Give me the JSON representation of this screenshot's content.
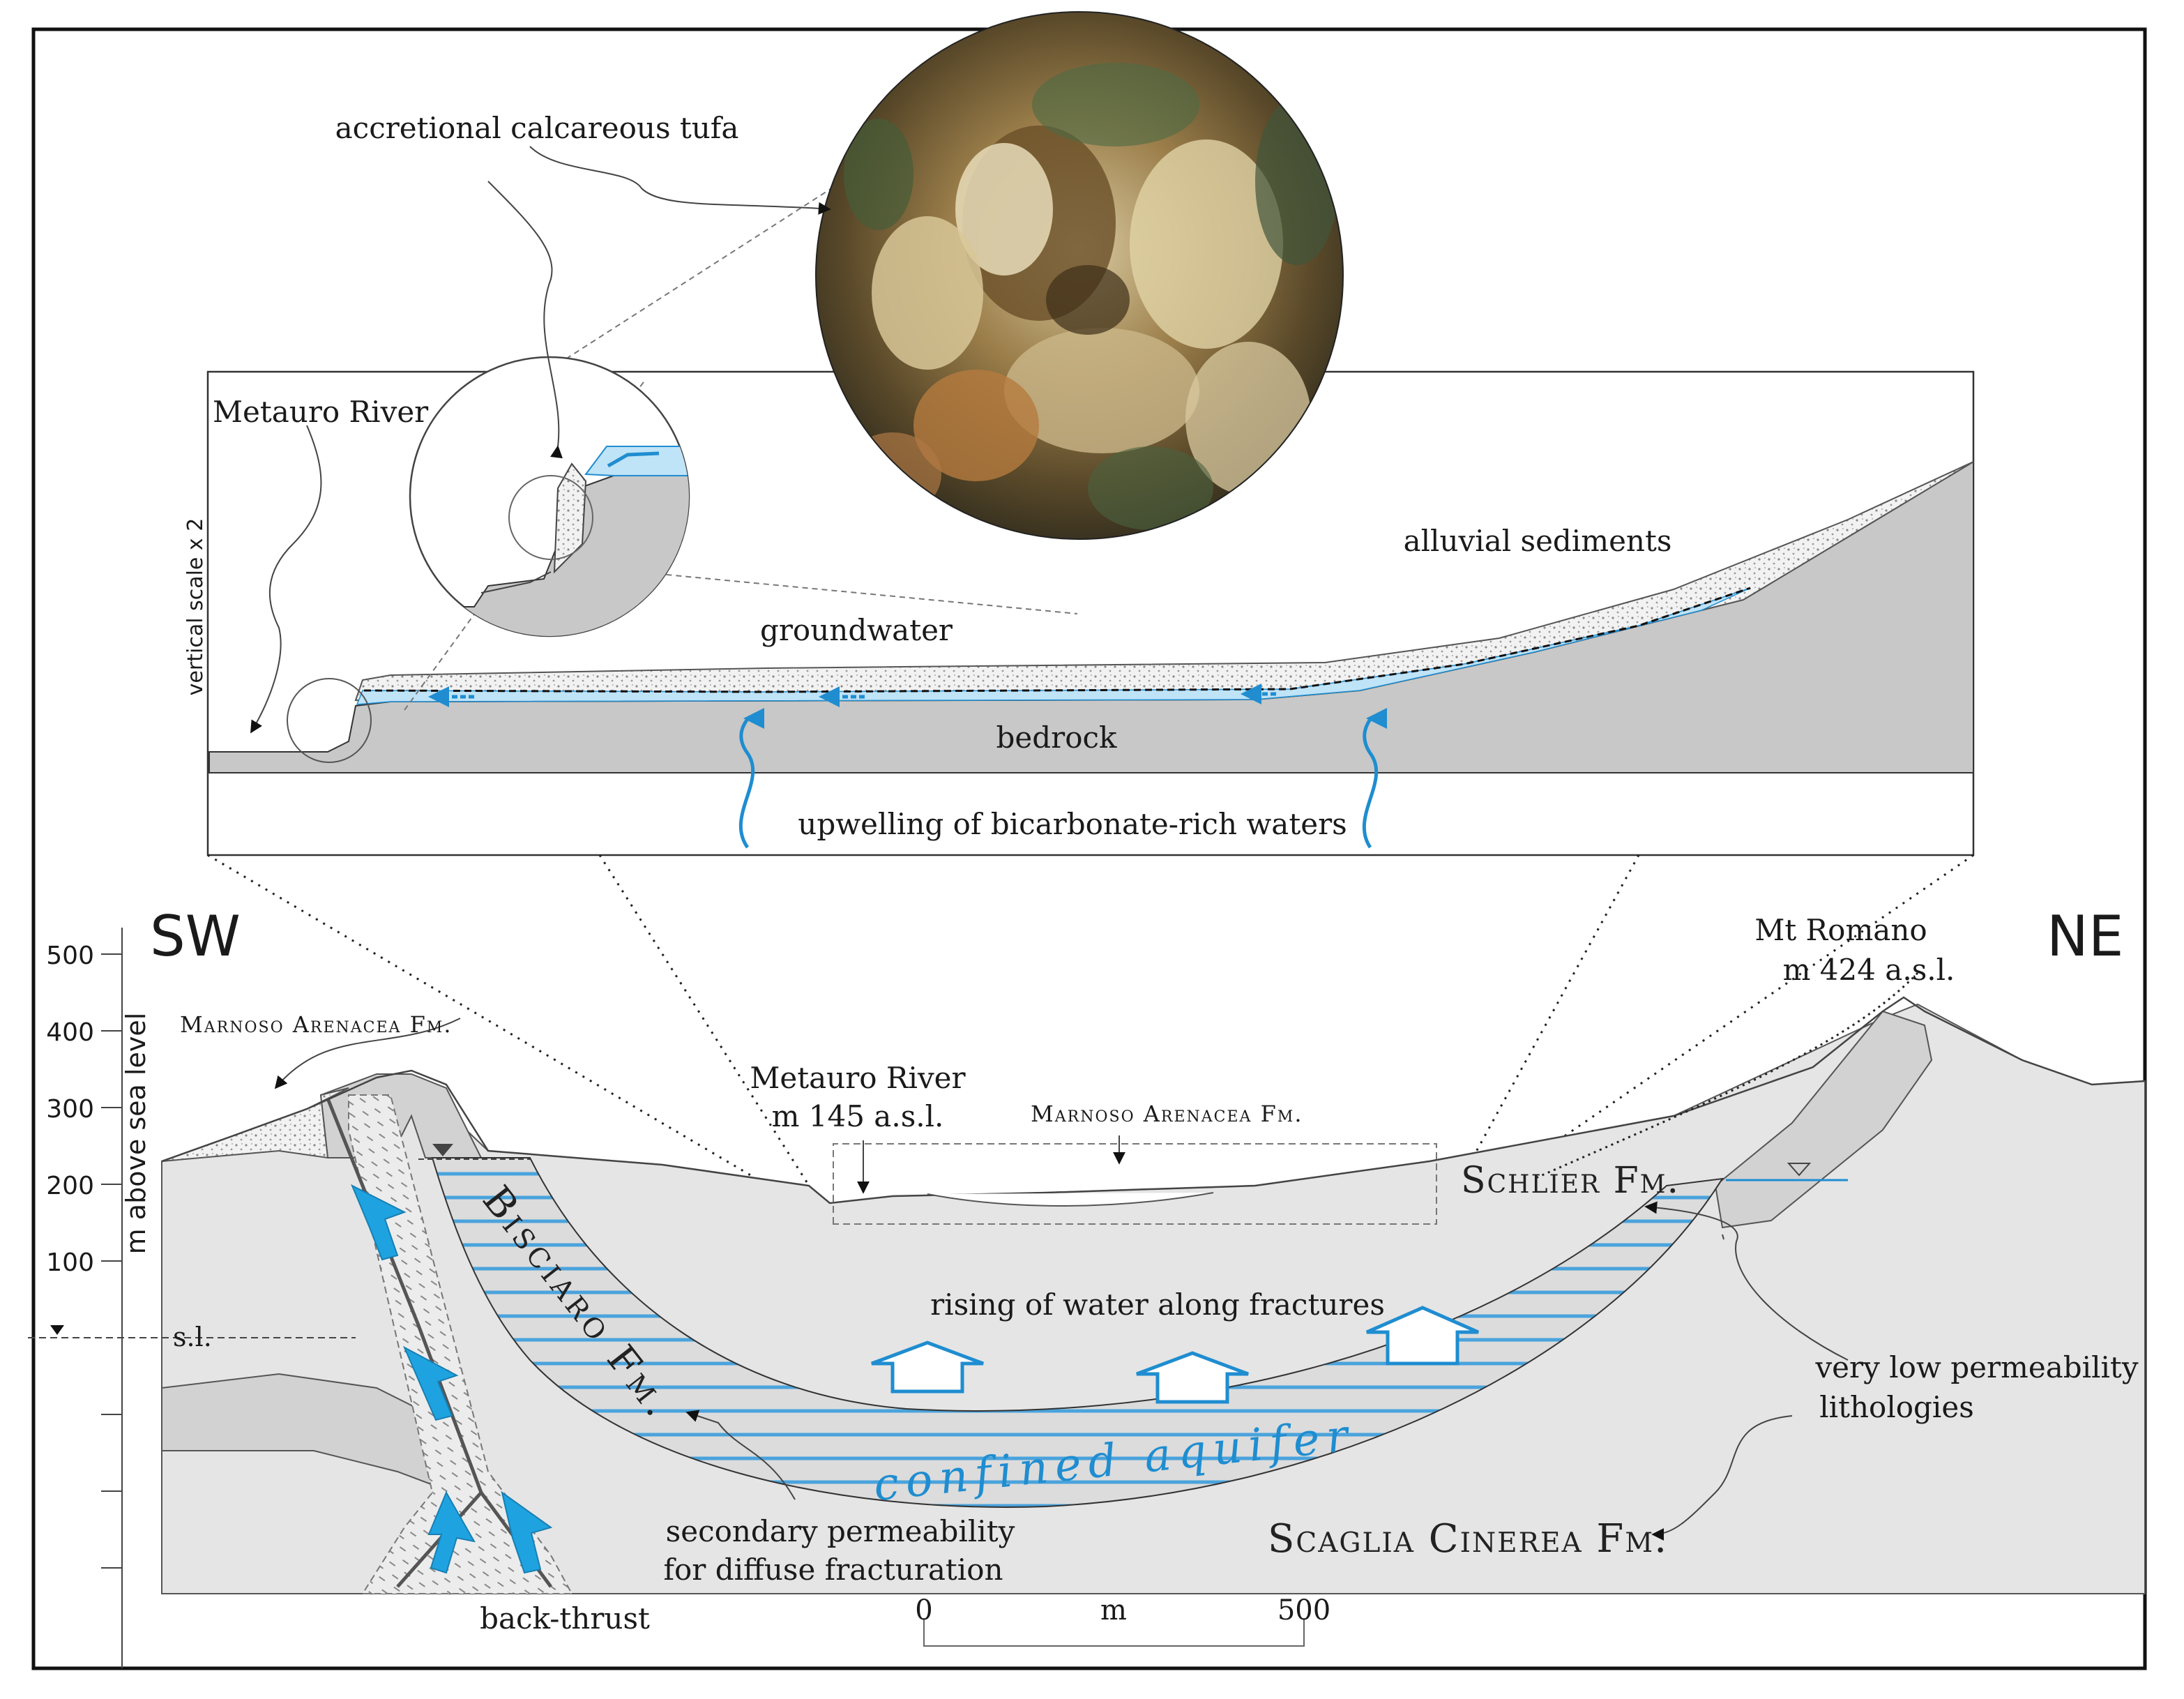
{
  "colors": {
    "bedrock": "#c8c8c8",
    "formation_light": "#e5e5e5",
    "formation_mid": "#d2d2d2",
    "groundwater": "#bfe3f7",
    "water_blue": "#1f8dd0",
    "aquifer_line": "#4aa3dc",
    "outline": "#111111"
  },
  "inset": {
    "accretional_tufa": "accretional calcareous tufa",
    "metauro_river": "Metauro River",
    "vertical_scale": "vertical scale x 2",
    "alluvial_sediments": "alluvial sediments",
    "groundwater": "groundwater",
    "bedrock": "bedrock",
    "upwelling": "upwelling of bicarbonate-rich waters"
  },
  "section": {
    "sw": "SW",
    "ne": "NE",
    "y_axis_label": "m above sea level",
    "y_ticks": [
      "500",
      "400",
      "300",
      "200",
      "100"
    ],
    "sea_level": "s.l.",
    "mt_romano_name": "Mt Romano",
    "mt_romano_elev": "m 424 a.s.l.",
    "marnoso_left": "Marnoso Arenacea Fm.",
    "marnoso_mid": "Marnoso Arenacea Fm.",
    "metauro_river": "Metauro River",
    "metauro_elev": "m 145 a.s.l.",
    "schlier": "Schlier Fm.",
    "bisciaro": "Bisciaro Fm.",
    "rising_water": "rising of water along fractures",
    "confined_aquifer": "confined aquifer",
    "very_low_perm_1": "very low permeability",
    "very_low_perm_2": "lithologies",
    "secondary_perm_1": "secondary permeability",
    "secondary_perm_2": "for diffuse fracturation",
    "scaglia": "Scaglia Cinerea Fm.",
    "back_thrust": "back-thrust",
    "scale_start": "0",
    "scale_unit": "m",
    "scale_end": "500"
  }
}
